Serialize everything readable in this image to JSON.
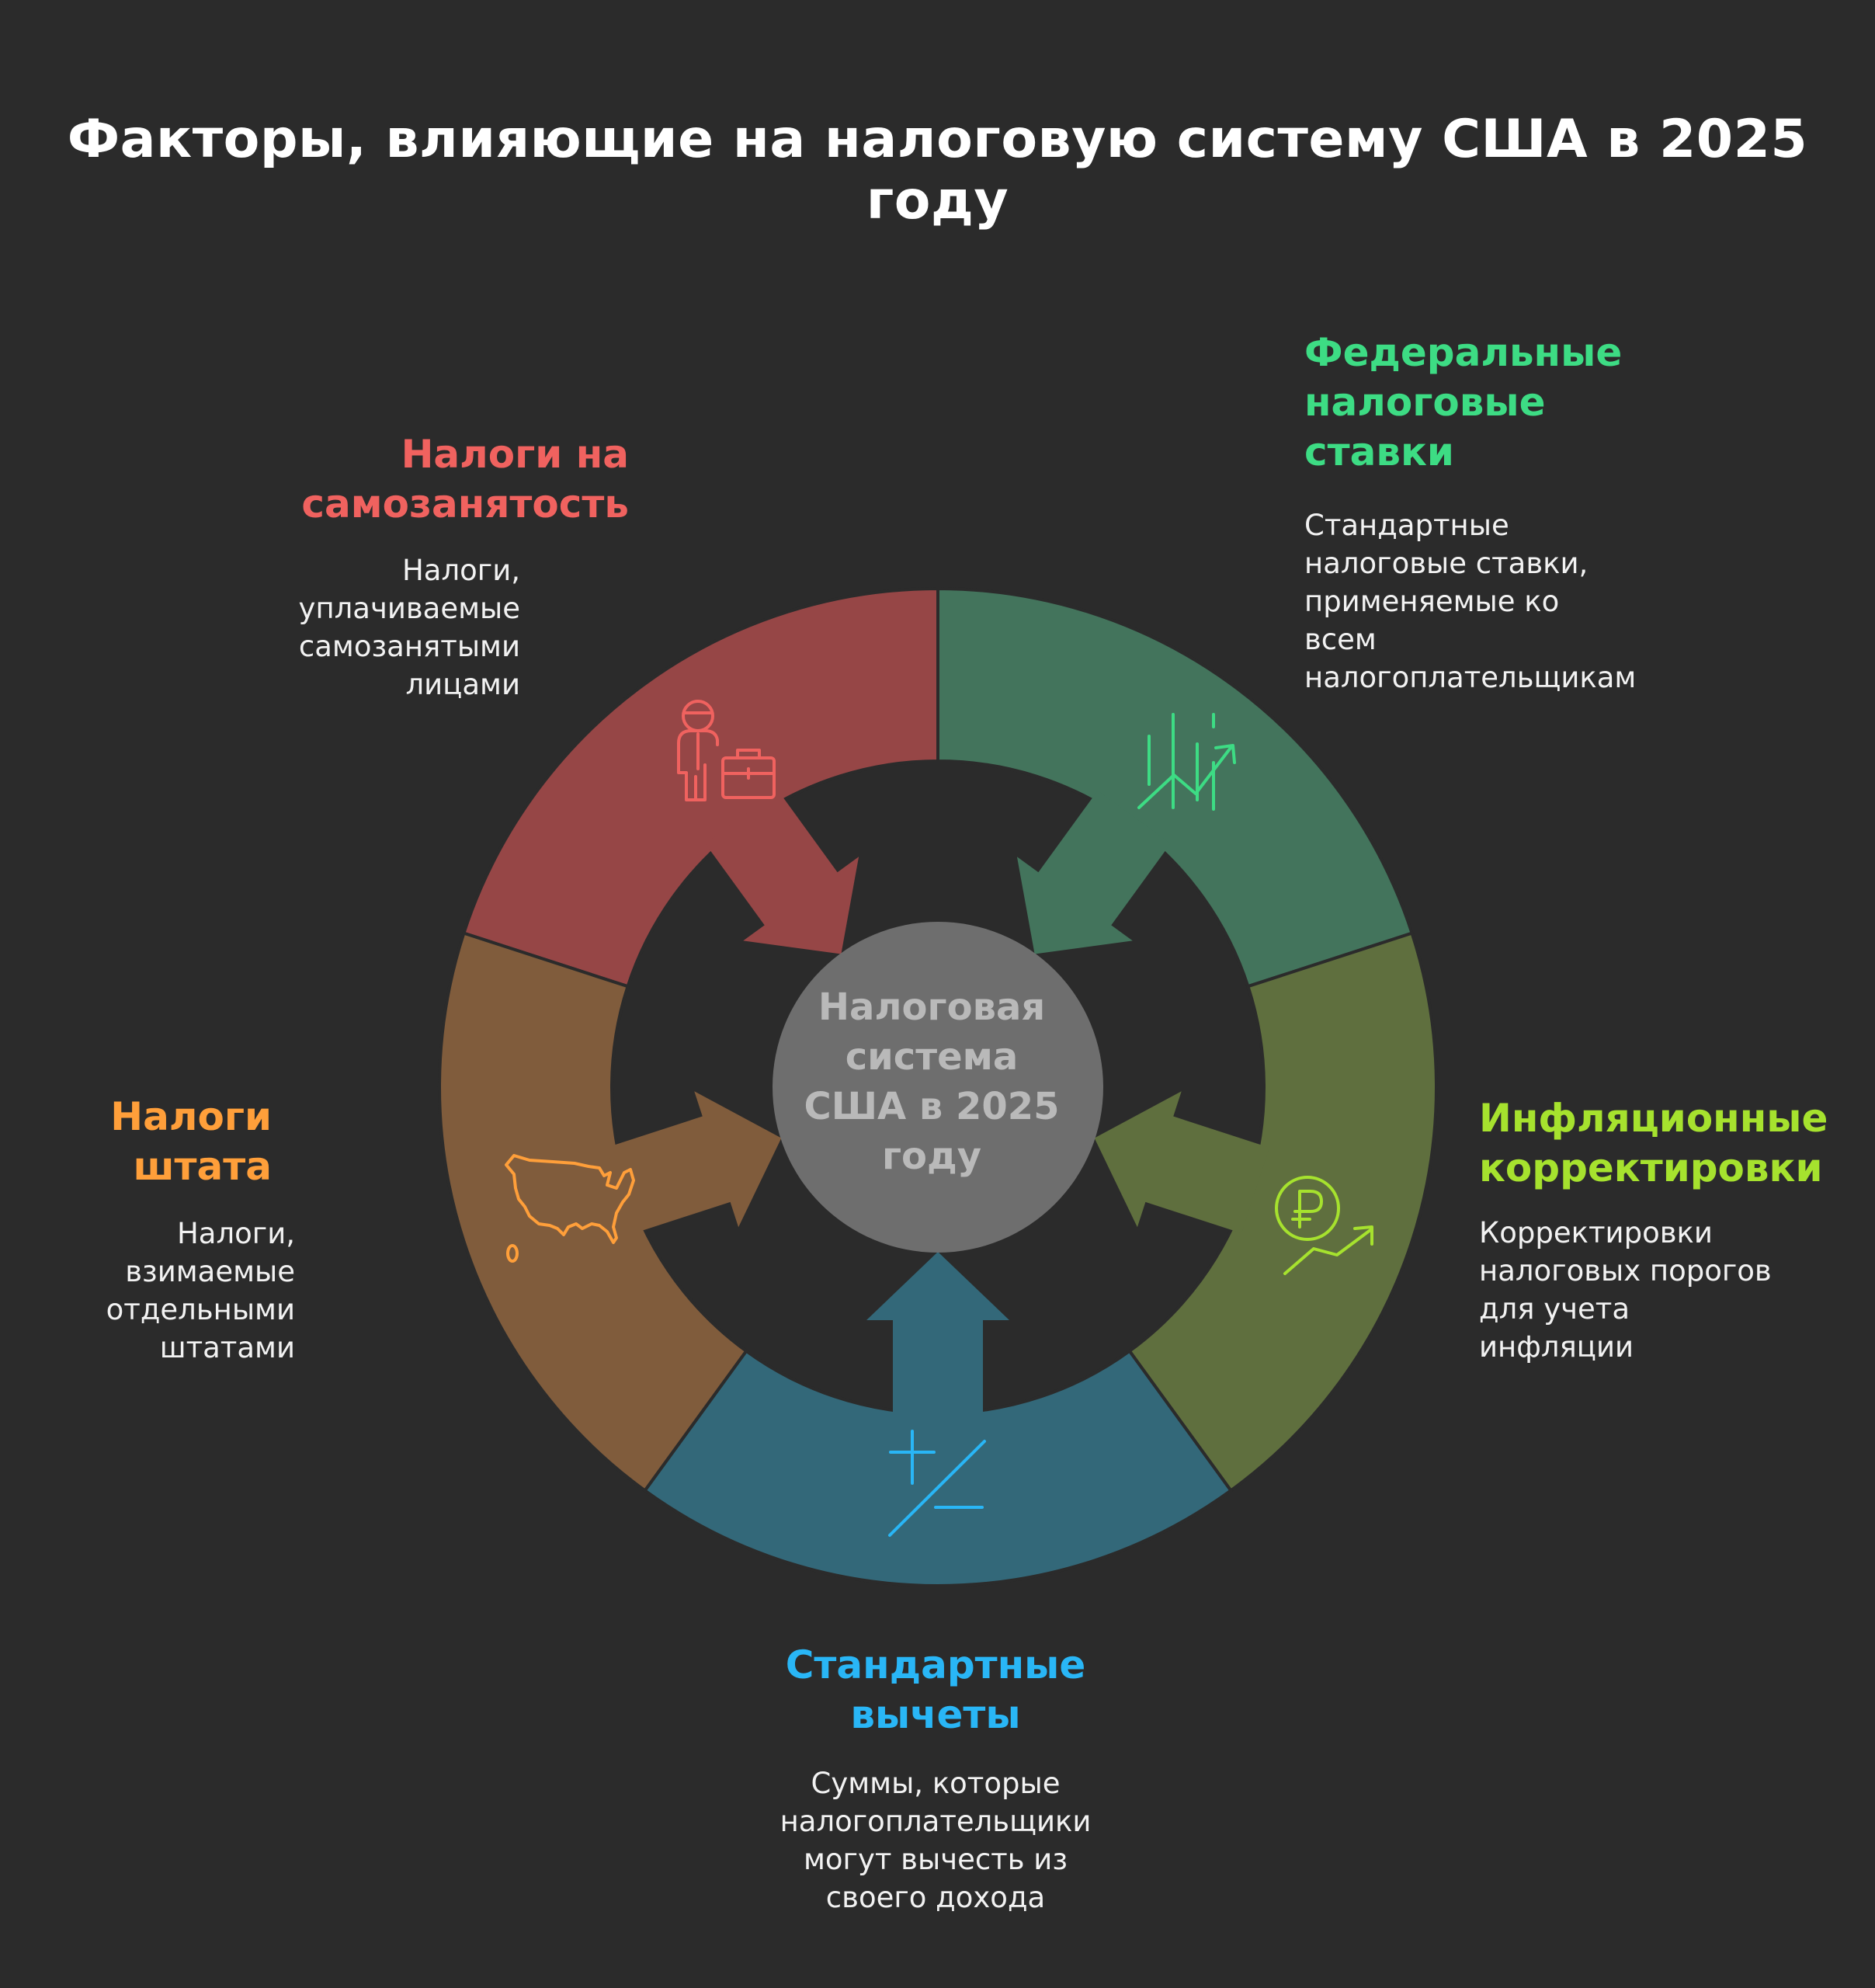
{
  "title": "Факторы, влияющие на налоговую систему США в 2025 году",
  "center": {
    "label_lines": [
      "Налоговая",
      "система",
      "США в 2025",
      "году"
    ]
  },
  "factors": [
    {
      "id": "self-employment",
      "title_lines": [
        "Налоги на",
        "самозанятость"
      ],
      "desc_lines": [
        "Налоги,",
        "уплачиваемые",
        "самозанятыми",
        "лицами"
      ],
      "icon": "businessperson-briefcase-icon",
      "segment_color": "#964646",
      "accent": "#f0625f"
    },
    {
      "id": "federal-rates",
      "title_lines": [
        "Федеральные",
        "налоговые",
        "ставки"
      ],
      "desc_lines": [
        "Стандартные",
        "налоговые ставки,",
        "применяемые ко",
        "всем",
        "налогоплательщикам"
      ],
      "icon": "rising-bars-chart-icon",
      "segment_color": "#43745c",
      "accent": "#3ddc84"
    },
    {
      "id": "inflation",
      "title_lines": [
        "Инфляционные",
        "корректировки"
      ],
      "desc_lines": [
        "Корректировки",
        "налоговых порогов",
        "для учета",
        "инфляции"
      ],
      "icon": "ruble-coin-trend-icon",
      "segment_color": "#5f6f3e",
      "accent": "#a6e22e"
    },
    {
      "id": "standard-deductions",
      "title_lines": [
        "Стандартные",
        "вычеты"
      ],
      "desc_lines": [
        "Суммы, которые",
        "налогоплательщики",
        "могут вычесть из",
        "своего дохода"
      ],
      "icon": "plus-minus-icon",
      "segment_color": "#336879",
      "accent": "#29b6f6"
    },
    {
      "id": "state-taxes",
      "title_lines": [
        "Налоги",
        "штата"
      ],
      "desc_lines": [
        "Налоги,",
        "взимаемые",
        "отдельными",
        "штатами"
      ],
      "icon": "usa-map-icon",
      "segment_color": "#805c3c",
      "accent": "#ff9f3a"
    }
  ]
}
